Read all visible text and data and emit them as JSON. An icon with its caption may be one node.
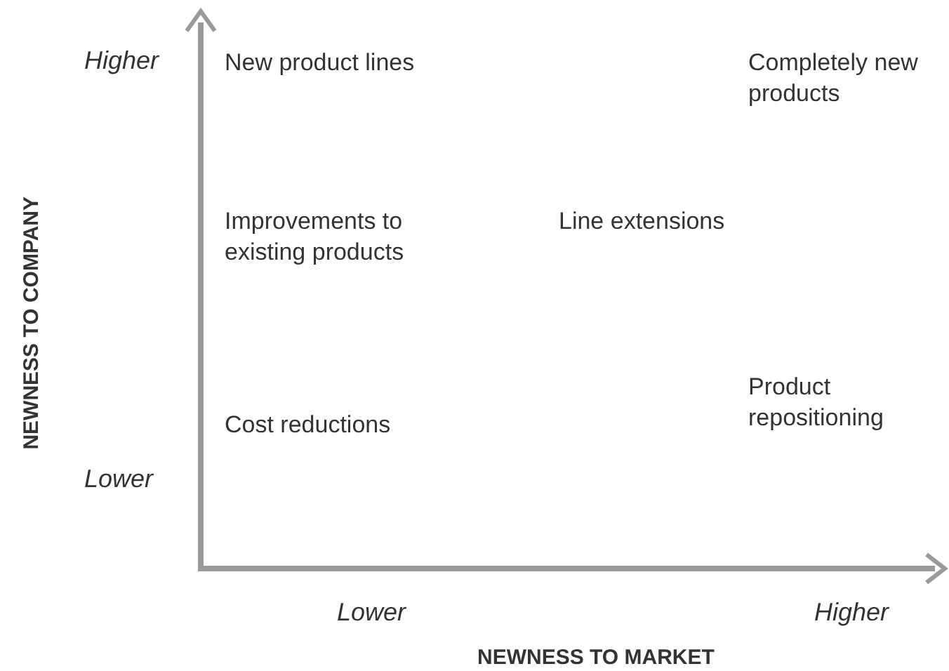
{
  "diagram": {
    "labels": [
      "Higher",
      "New product lines",
      "Completely new products",
      "NEWNESS TO COMPANY",
      "Improvements to existing products",
      "Line extensions",
      "Product repositioning",
      "Cost reductions",
      "Lower",
      "Lower",
      "Higher",
      "NEWNESS TO MARKET"
    ]
  }
}
